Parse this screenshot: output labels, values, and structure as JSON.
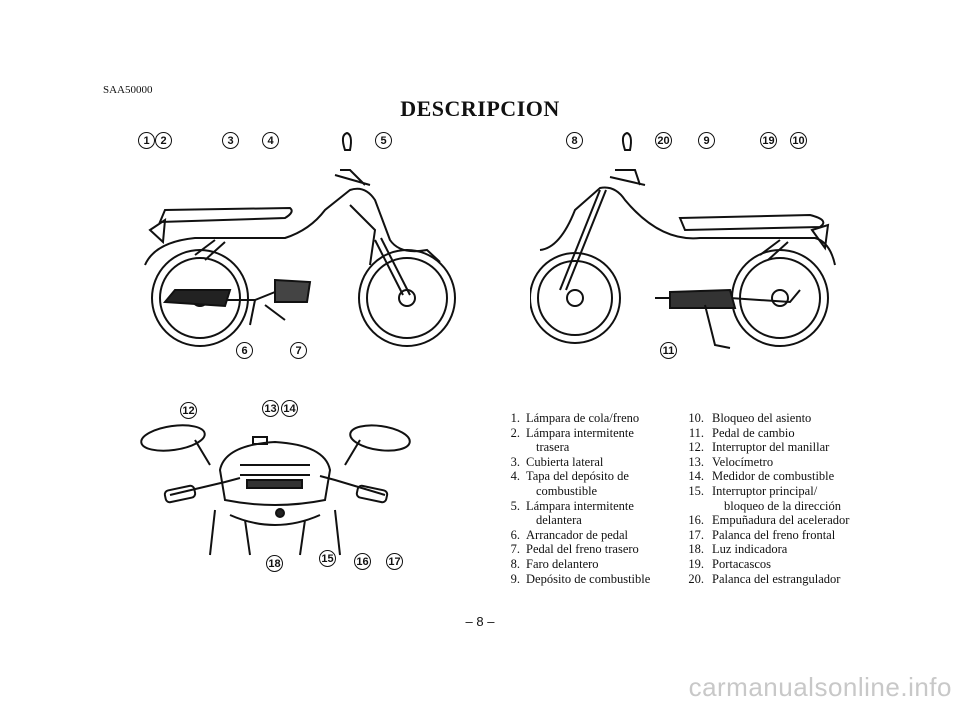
{
  "header": {
    "code": "SAA50000",
    "title": "DESCRIPCION"
  },
  "callouts": {
    "left_bike": [
      "1",
      "2",
      "3",
      "4",
      "5",
      "6",
      "7"
    ],
    "right_bike": [
      "8",
      "20",
      "9",
      "19",
      "10",
      "11"
    ],
    "handlebar": [
      "12",
      "13",
      "14",
      "18",
      "15",
      "16",
      "17"
    ]
  },
  "legend_left": [
    {
      "num": "1.",
      "text": "Lámpara de cola/freno"
    },
    {
      "num": "2.",
      "text": "Lámpara intermitente"
    },
    {
      "num": "",
      "text": "trasera"
    },
    {
      "num": "3.",
      "text": "Cubierta lateral"
    },
    {
      "num": "4.",
      "text": "Tapa del depósito de"
    },
    {
      "num": "",
      "text": "combustible"
    },
    {
      "num": "5.",
      "text": "Lámpara intermitente"
    },
    {
      "num": "",
      "text": "delantera"
    },
    {
      "num": "6.",
      "text": "Arrancador de pedal"
    },
    {
      "num": "7.",
      "text": "Pedal del freno trasero"
    },
    {
      "num": "8.",
      "text": "Faro delantero"
    },
    {
      "num": "9.",
      "text": "Depósito de combustible"
    }
  ],
  "legend_right": [
    {
      "num": "10.",
      "text": "Bloqueo del asiento"
    },
    {
      "num": "11.",
      "text": "Pedal de cambio"
    },
    {
      "num": "12.",
      "text": "Interruptor del manillar"
    },
    {
      "num": "13.",
      "text": "Velocímetro"
    },
    {
      "num": "14.",
      "text": "Medidor de combustible"
    },
    {
      "num": "15.",
      "text": "Interruptor principal/"
    },
    {
      "num": "",
      "text": "bloqueo de la dirección"
    },
    {
      "num": "16.",
      "text": "Empuñadura del acelerador"
    },
    {
      "num": "17.",
      "text": "Palanca del freno frontal"
    },
    {
      "num": "18.",
      "text": "Luz indicadora"
    },
    {
      "num": "19.",
      "text": "Portacascos"
    },
    {
      "num": "20.",
      "text": "Palanca del estrangulador"
    }
  ],
  "footer": {
    "page": "– 8 –",
    "watermark": "carmanualsonline.info"
  }
}
